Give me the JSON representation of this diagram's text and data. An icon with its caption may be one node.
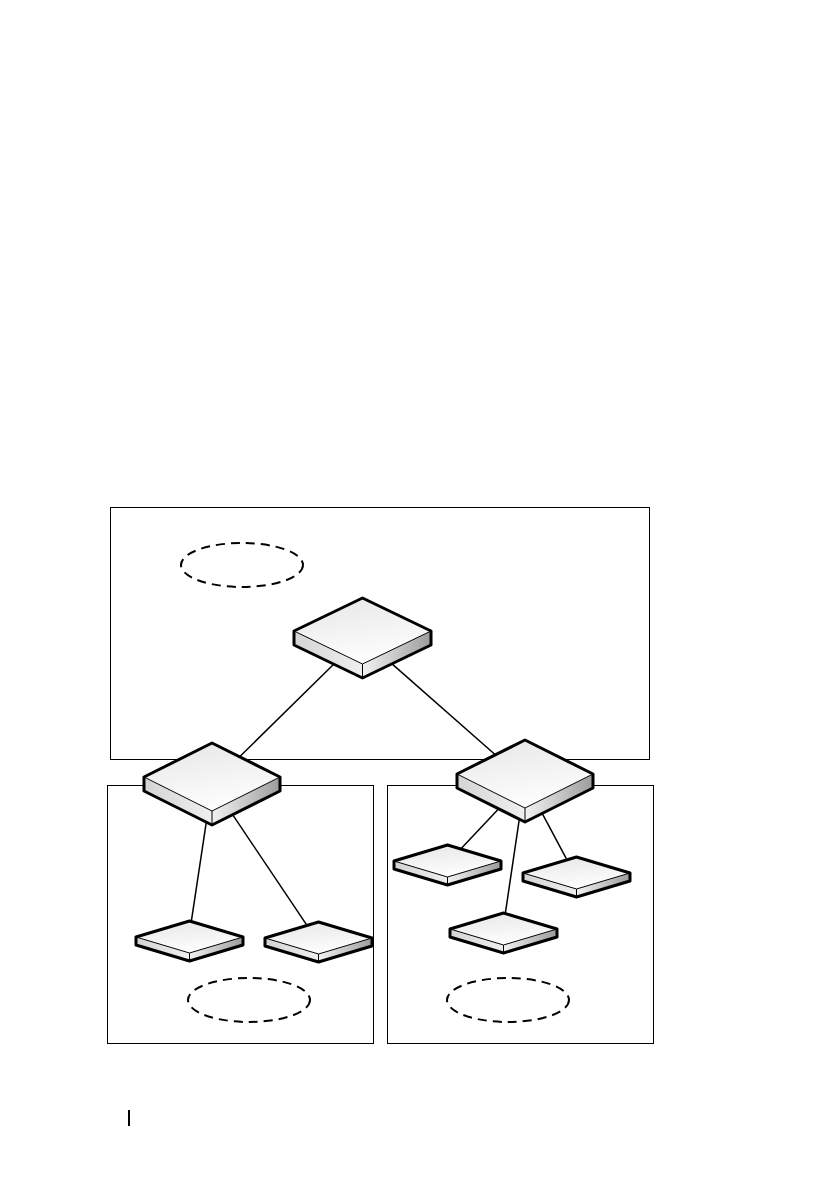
{
  "diagram": {
    "nodes": [
      {
        "text": [],
        "shape": "box"
      },
      {
        "text": [],
        "shape": "ellipse",
        "in": 0
      },
      {
        "text": [],
        "shape": "switch",
        "in": 0
      },
      {
        "text": [],
        "shape": "switch"
      },
      {
        "text": [],
        "shape": "switch"
      },
      {
        "text": [],
        "shape": "box"
      },
      {
        "text": [],
        "shape": "switch",
        "in": 5
      },
      {
        "text": [],
        "shape": "switch",
        "in": 5
      },
      {
        "text": [],
        "shape": "ellipse",
        "in": 5
      },
      {
        "text": [],
        "shape": "box"
      },
      {
        "text": [],
        "shape": "switch",
        "in": 9
      },
      {
        "text": [],
        "shape": "switch",
        "in": 9
      },
      {
        "text": [],
        "shape": "switch",
        "in": 9
      },
      {
        "text": [],
        "shape": "ellipse",
        "in": 9
      }
    ],
    "edges": [
      {
        "from": 2,
        "to": 3,
        "arrow": "none"
      },
      {
        "from": 2,
        "to": 4,
        "arrow": "none"
      },
      {
        "from": 3,
        "to": 6,
        "arrow": "none"
      },
      {
        "from": 3,
        "to": 7,
        "arrow": "none"
      },
      {
        "from": 4,
        "to": 10,
        "arrow": "none"
      },
      {
        "from": 4,
        "to": 12,
        "arrow": "none"
      },
      {
        "from": 4,
        "to": 11,
        "arrow": "none"
      }
    ]
  }
}
